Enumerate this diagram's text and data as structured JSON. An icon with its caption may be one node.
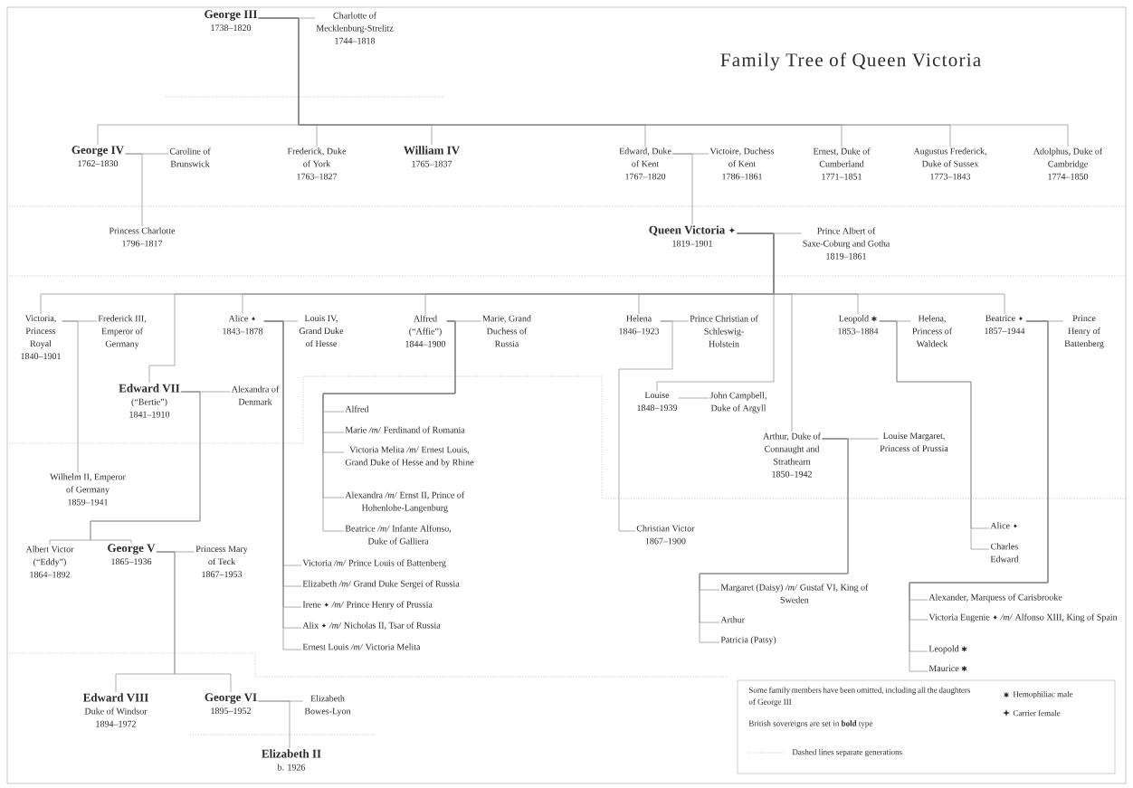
{
  "diagram": {
    "title": "Family Tree of Queen Victoria",
    "nodes": [
      {
        "text": [
          "George III",
          "1738–1820"
        ]
      },
      {
        "text": [
          "Charlotte of Mecklenburg-Strelitz",
          "1744–1818"
        ]
      },
      {
        "text": [
          "George IV",
          "1762–1830"
        ]
      },
      {
        "text": [
          "Caroline of Brunswick"
        ]
      },
      {
        "text": [
          "Frederick, Duke of York",
          "1763–1827"
        ]
      },
      {
        "text": [
          "William IV",
          "1765–1837"
        ]
      },
      {
        "text": [
          "Edward, Duke of Kent",
          "1767–1820"
        ]
      },
      {
        "text": [
          "Victoire, Duchess of Kent",
          "1786–1861"
        ]
      },
      {
        "text": [
          "Ernest, Duke of Cumberland",
          "1771–1851"
        ]
      },
      {
        "text": [
          "Augustus Frederick, Duke of Sussex",
          "1773–1843"
        ]
      },
      {
        "text": [
          "Adolphus, Duke of Cambridge",
          "1774–1850"
        ]
      },
      {
        "text": [
          "Princess Charlotte",
          "1796–1817"
        ]
      },
      {
        "text": [
          "Queen Victoria ✦",
          "1819–1901"
        ]
      },
      {
        "text": [
          "Prince Albert of Saxe-Coburg and Gotha",
          "1819–1861"
        ]
      },
      {
        "text": [
          "Victoria, Princess Royal",
          "1840–1901"
        ]
      },
      {
        "text": [
          "Frederick III, Emperor of Germany"
        ]
      },
      {
        "text": [
          "Alice ✦",
          "1843–1878"
        ]
      },
      {
        "text": [
          "Louis IV, Grand Duke of Hesse"
        ]
      },
      {
        "text": [
          "Alfred",
          "(“Affie”)",
          "1844–1900"
        ]
      },
      {
        "text": [
          "Marie, Grand Duchess of Russia"
        ]
      },
      {
        "text": [
          "Helena",
          "1846–1923"
        ]
      },
      {
        "text": [
          "Prince Christian of Schleswig-Holstein"
        ]
      },
      {
        "text": [
          "Leopold ✱",
          "1853–1884"
        ]
      },
      {
        "text": [
          "Helena, Princess of Waldeck"
        ]
      },
      {
        "text": [
          "Beatrice ✦",
          "1857–1944"
        ]
      },
      {
        "text": [
          "Prince Henry of Battenberg"
        ]
      },
      {
        "text": [
          "Edward VII",
          "(“Bertie”)",
          "1841–1910"
        ]
      },
      {
        "text": [
          "Alexandra of Denmark"
        ]
      },
      {
        "text": [
          "Louise",
          "1848–1939"
        ]
      },
      {
        "text": [
          "John Campbell, Duke of Argyll"
        ]
      },
      {
        "text": [
          "Arthur, Duke of Connaught and Strathearn",
          "1850–1942"
        ]
      },
      {
        "text": [
          "Louise Margaret, Princess of Prussia"
        ]
      },
      {
        "text": [
          "Wilhelm II, Emperor of Germany",
          "1859–1941"
        ]
      },
      {
        "text": [
          "Alfred"
        ]
      },
      {
        "text": [
          "Marie */m/* Ferdinand of Romania"
        ]
      },
      {
        "text": [
          "Victoria Melita */m/* Ernest Louis, Grand Duke of Hesse and by Rhine"
        ]
      },
      {
        "text": [
          "Alexandra */m/* Ernst II, Prince of Hohenlohe-Langenburg"
        ]
      },
      {
        "text": [
          "Beatrice */m/* Infante Alfonso, Duke of Galliera"
        ]
      },
      {
        "text": [
          "Albert Victor",
          "(“Eddy”)",
          "1864–1892"
        ]
      },
      {
        "text": [
          "George V",
          "1865–1936"
        ]
      },
      {
        "text": [
          "Princess Mary of Teck",
          "1867–1953"
        ]
      },
      {
        "text": [
          "Victoria */m/* Prince Louis of Battenberg"
        ]
      },
      {
        "text": [
          "Elizabeth */m/* Grand Duke Sergei of Russia"
        ]
      },
      {
        "text": [
          "Irene ✦ */m/* Prince Henry of Prussia"
        ]
      },
      {
        "text": [
          "Alix ✦ */m/* Nicholas II, Tsar of Russia"
        ]
      },
      {
        "text": [
          "Ernest Louis */m/* Victoria Melita"
        ]
      },
      {
        "text": [
          "Christian Victor",
          "1867–1900"
        ]
      },
      {
        "text": [
          "Alice ✦"
        ]
      },
      {
        "text": [
          "Charles Edward"
        ]
      },
      {
        "text": [
          "Margaret (Daisy) */m/* Gustaf VI, King of Sweden"
        ]
      },
      {
        "text": [
          "Arthur"
        ]
      },
      {
        "text": [
          "Patricia (Patsy)"
        ]
      },
      {
        "text": [
          "Alexander, Marquess of Carisbrooke"
        ]
      },
      {
        "text": [
          "Victoria Eugenie ✦ */m/* Alfonso XIII, King of Spain"
        ]
      },
      {
        "text": [
          "Leopold ✱"
        ]
      },
      {
        "text": [
          "Maurice ✱"
        ]
      },
      {
        "text": [
          "Edward VIII",
          "Duke of Windsor",
          "1894–1972"
        ]
      },
      {
        "text": [
          "George VI",
          "1895–1952"
        ]
      },
      {
        "text": [
          "Elizabeth Bowes-Lyon"
        ]
      },
      {
        "text": [
          "Elizabeth II",
          "b. 1926"
        ]
      }
    ],
    "edges": [
      {
        "from": 0,
        "to": 1,
        "arrow": "none"
      },
      {
        "from": 2,
        "to": 3,
        "arrow": "none"
      },
      {
        "from": 6,
        "to": 7,
        "arrow": "none"
      },
      {
        "from": 12,
        "to": 13,
        "arrow": "none"
      },
      {
        "from": 14,
        "to": 15,
        "arrow": "none"
      },
      {
        "from": 16,
        "to": 17,
        "arrow": "none"
      },
      {
        "from": 18,
        "to": 19,
        "arrow": "none"
      },
      {
        "from": 20,
        "to": 21,
        "arrow": "none"
      },
      {
        "from": 22,
        "to": 23,
        "arrow": "none"
      },
      {
        "from": 24,
        "to": 25,
        "arrow": "none"
      },
      {
        "from": 26,
        "to": 27,
        "arrow": "none"
      },
      {
        "from": 28,
        "to": 29,
        "arrow": "none"
      },
      {
        "from": 30,
        "to": 31,
        "arrow": "none"
      },
      {
        "from": 39,
        "to": 40,
        "arrow": "none"
      },
      {
        "from": 57,
        "to": 58,
        "arrow": "none"
      },
      {
        "from": 0,
        "to": 2,
        "arrow": "none"
      },
      {
        "from": 0,
        "to": 4,
        "arrow": "none"
      },
      {
        "from": 0,
        "to": 5,
        "arrow": "none"
      },
      {
        "from": 0,
        "to": 6,
        "arrow": "none"
      },
      {
        "from": 0,
        "to": 8,
        "arrow": "none"
      },
      {
        "from": 0,
        "to": 9,
        "arrow": "none"
      },
      {
        "from": 0,
        "to": 10,
        "arrow": "none"
      },
      {
        "from": 2,
        "to": 11,
        "arrow": "none"
      },
      {
        "from": 6,
        "to": 12,
        "arrow": "none"
      },
      {
        "from": 12,
        "to": 14,
        "arrow": "none"
      },
      {
        "from": 12,
        "to": 26,
        "arrow": "none"
      },
      {
        "from": 12,
        "to": 16,
        "arrow": "none"
      },
      {
        "from": 12,
        "to": 18,
        "arrow": "none"
      },
      {
        "from": 12,
        "to": 20,
        "arrow": "none"
      },
      {
        "from": 12,
        "to": 28,
        "arrow": "none"
      },
      {
        "from": 12,
        "to": 30,
        "arrow": "none"
      },
      {
        "from": 12,
        "to": 22,
        "arrow": "none"
      },
      {
        "from": 12,
        "to": 24,
        "arrow": "none"
      },
      {
        "from": 14,
        "to": 32,
        "arrow": "none"
      },
      {
        "from": 26,
        "to": 38,
        "arrow": "none"
      },
      {
        "from": 26,
        "to": 39,
        "arrow": "none"
      },
      {
        "from": 16,
        "to": 41,
        "arrow": "none"
      },
      {
        "from": 16,
        "to": 42,
        "arrow": "none"
      },
      {
        "from": 16,
        "to": 43,
        "arrow": "none"
      },
      {
        "from": 16,
        "to": 44,
        "arrow": "none"
      },
      {
        "from": 16,
        "to": 45,
        "arrow": "none"
      },
      {
        "from": 18,
        "to": 33,
        "arrow": "none"
      },
      {
        "from": 18,
        "to": 34,
        "arrow": "none"
      },
      {
        "from": 18,
        "to": 35,
        "arrow": "none"
      },
      {
        "from": 18,
        "to": 36,
        "arrow": "none"
      },
      {
        "from": 18,
        "to": 37,
        "arrow": "none"
      },
      {
        "from": 20,
        "to": 46,
        "arrow": "none"
      },
      {
        "from": 22,
        "to": 47,
        "arrow": "none"
      },
      {
        "from": 22,
        "to": 48,
        "arrow": "none"
      },
      {
        "from": 24,
        "to": 52,
        "arrow": "none"
      },
      {
        "from": 24,
        "to": 53,
        "arrow": "none"
      },
      {
        "from": 24,
        "to": 54,
        "arrow": "none"
      },
      {
        "from": 24,
        "to": 55,
        "arrow": "none"
      },
      {
        "from": 30,
        "to": 49,
        "arrow": "none"
      },
      {
        "from": 30,
        "to": 50,
        "arrow": "none"
      },
      {
        "from": 30,
        "to": 51,
        "arrow": "none"
      },
      {
        "from": 39,
        "to": 56,
        "arrow": "none"
      },
      {
        "from": 39,
        "to": 57,
        "arrow": "none"
      },
      {
        "from": 57,
        "to": 59,
        "arrow": "none"
      }
    ],
    "labels": [
      "Some family members have been omitted, including all the daughters of George III",
      "British sovereigns are set in **bold** type"
    ],
    "legend": [
      {
        "text": "Hemophiliac male"
      },
      {
        "text": "Carrier female"
      },
      {
        "text": "Dashed lines separate generations"
      }
    ]
  }
}
